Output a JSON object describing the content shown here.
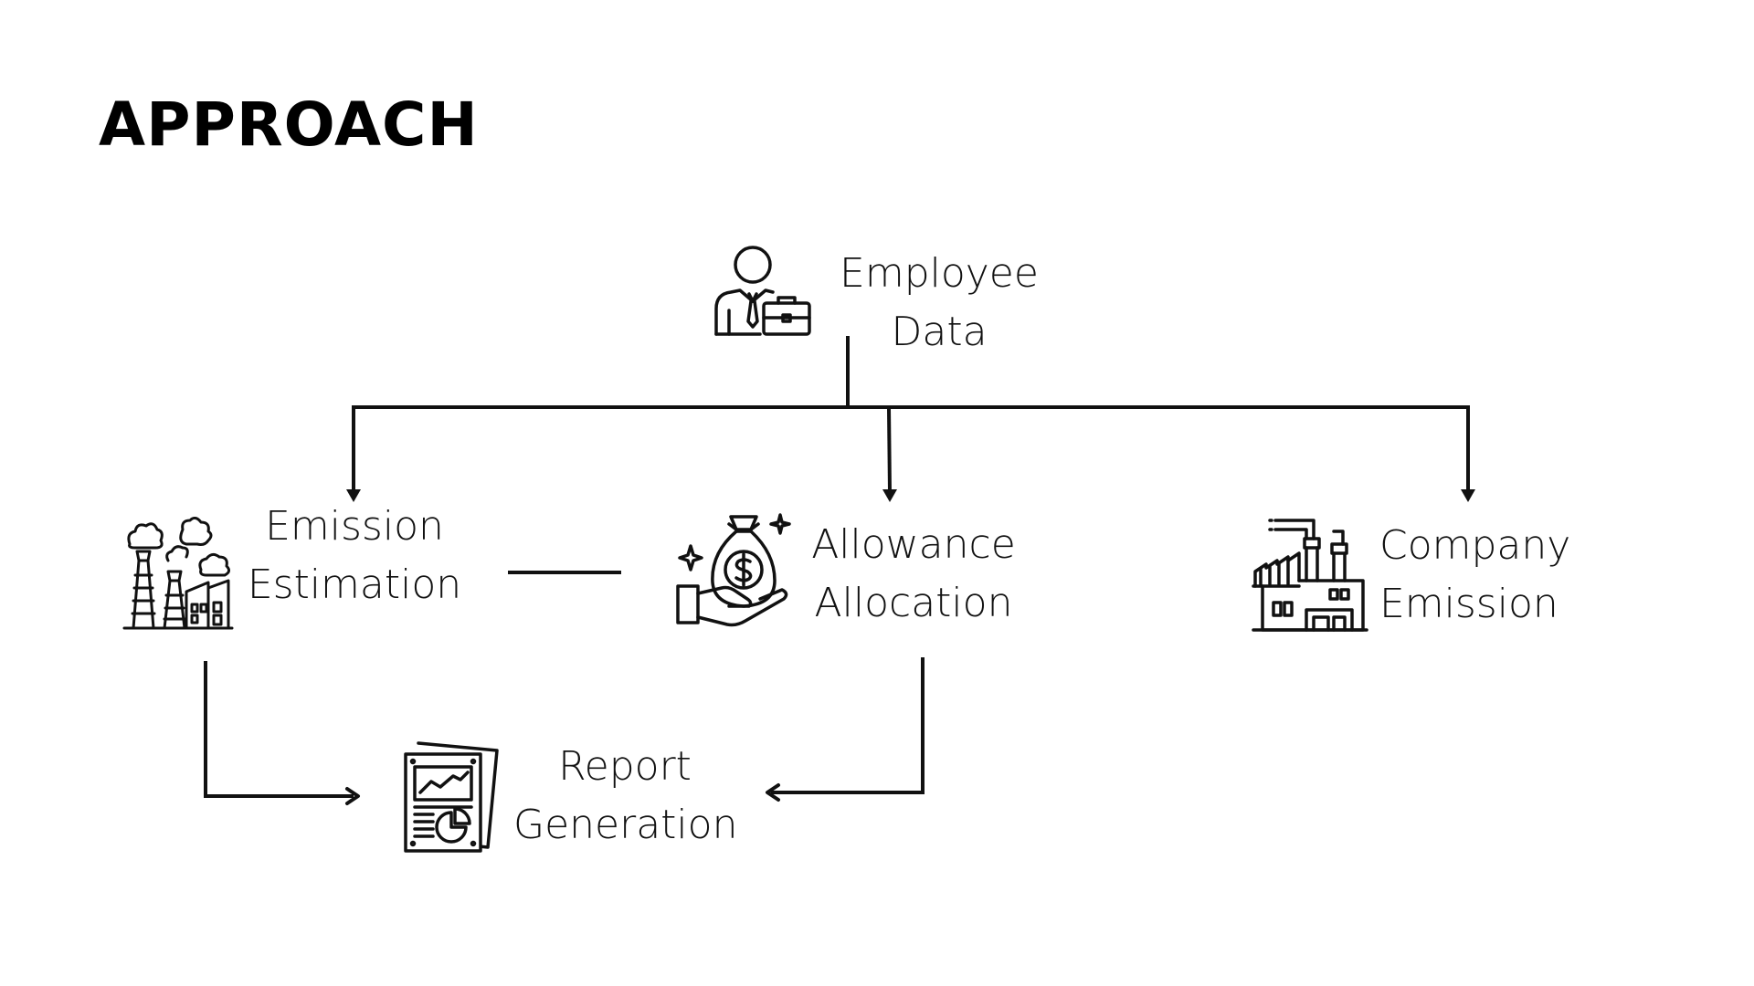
{
  "title": "APPROACH",
  "nodes": {
    "employee": {
      "line1": "Employee",
      "line2": "Data",
      "icon": "businessman-briefcase-icon"
    },
    "emission_estimation": {
      "line1": "Emission",
      "line2": "Estimation",
      "icon": "factory-smokestacks-icon"
    },
    "allowance_allocation": {
      "line1": "Allowance",
      "line2": "Allocation",
      "icon": "money-bag-hand-icon"
    },
    "company_emission": {
      "line1": "Company",
      "line2": "Emission",
      "icon": "factory-building-icon"
    },
    "report_generation": {
      "line1": "Report",
      "line2": "Generation",
      "icon": "report-chart-icon"
    }
  },
  "colors": {
    "ink": "#111111",
    "background": "#ffffff"
  }
}
